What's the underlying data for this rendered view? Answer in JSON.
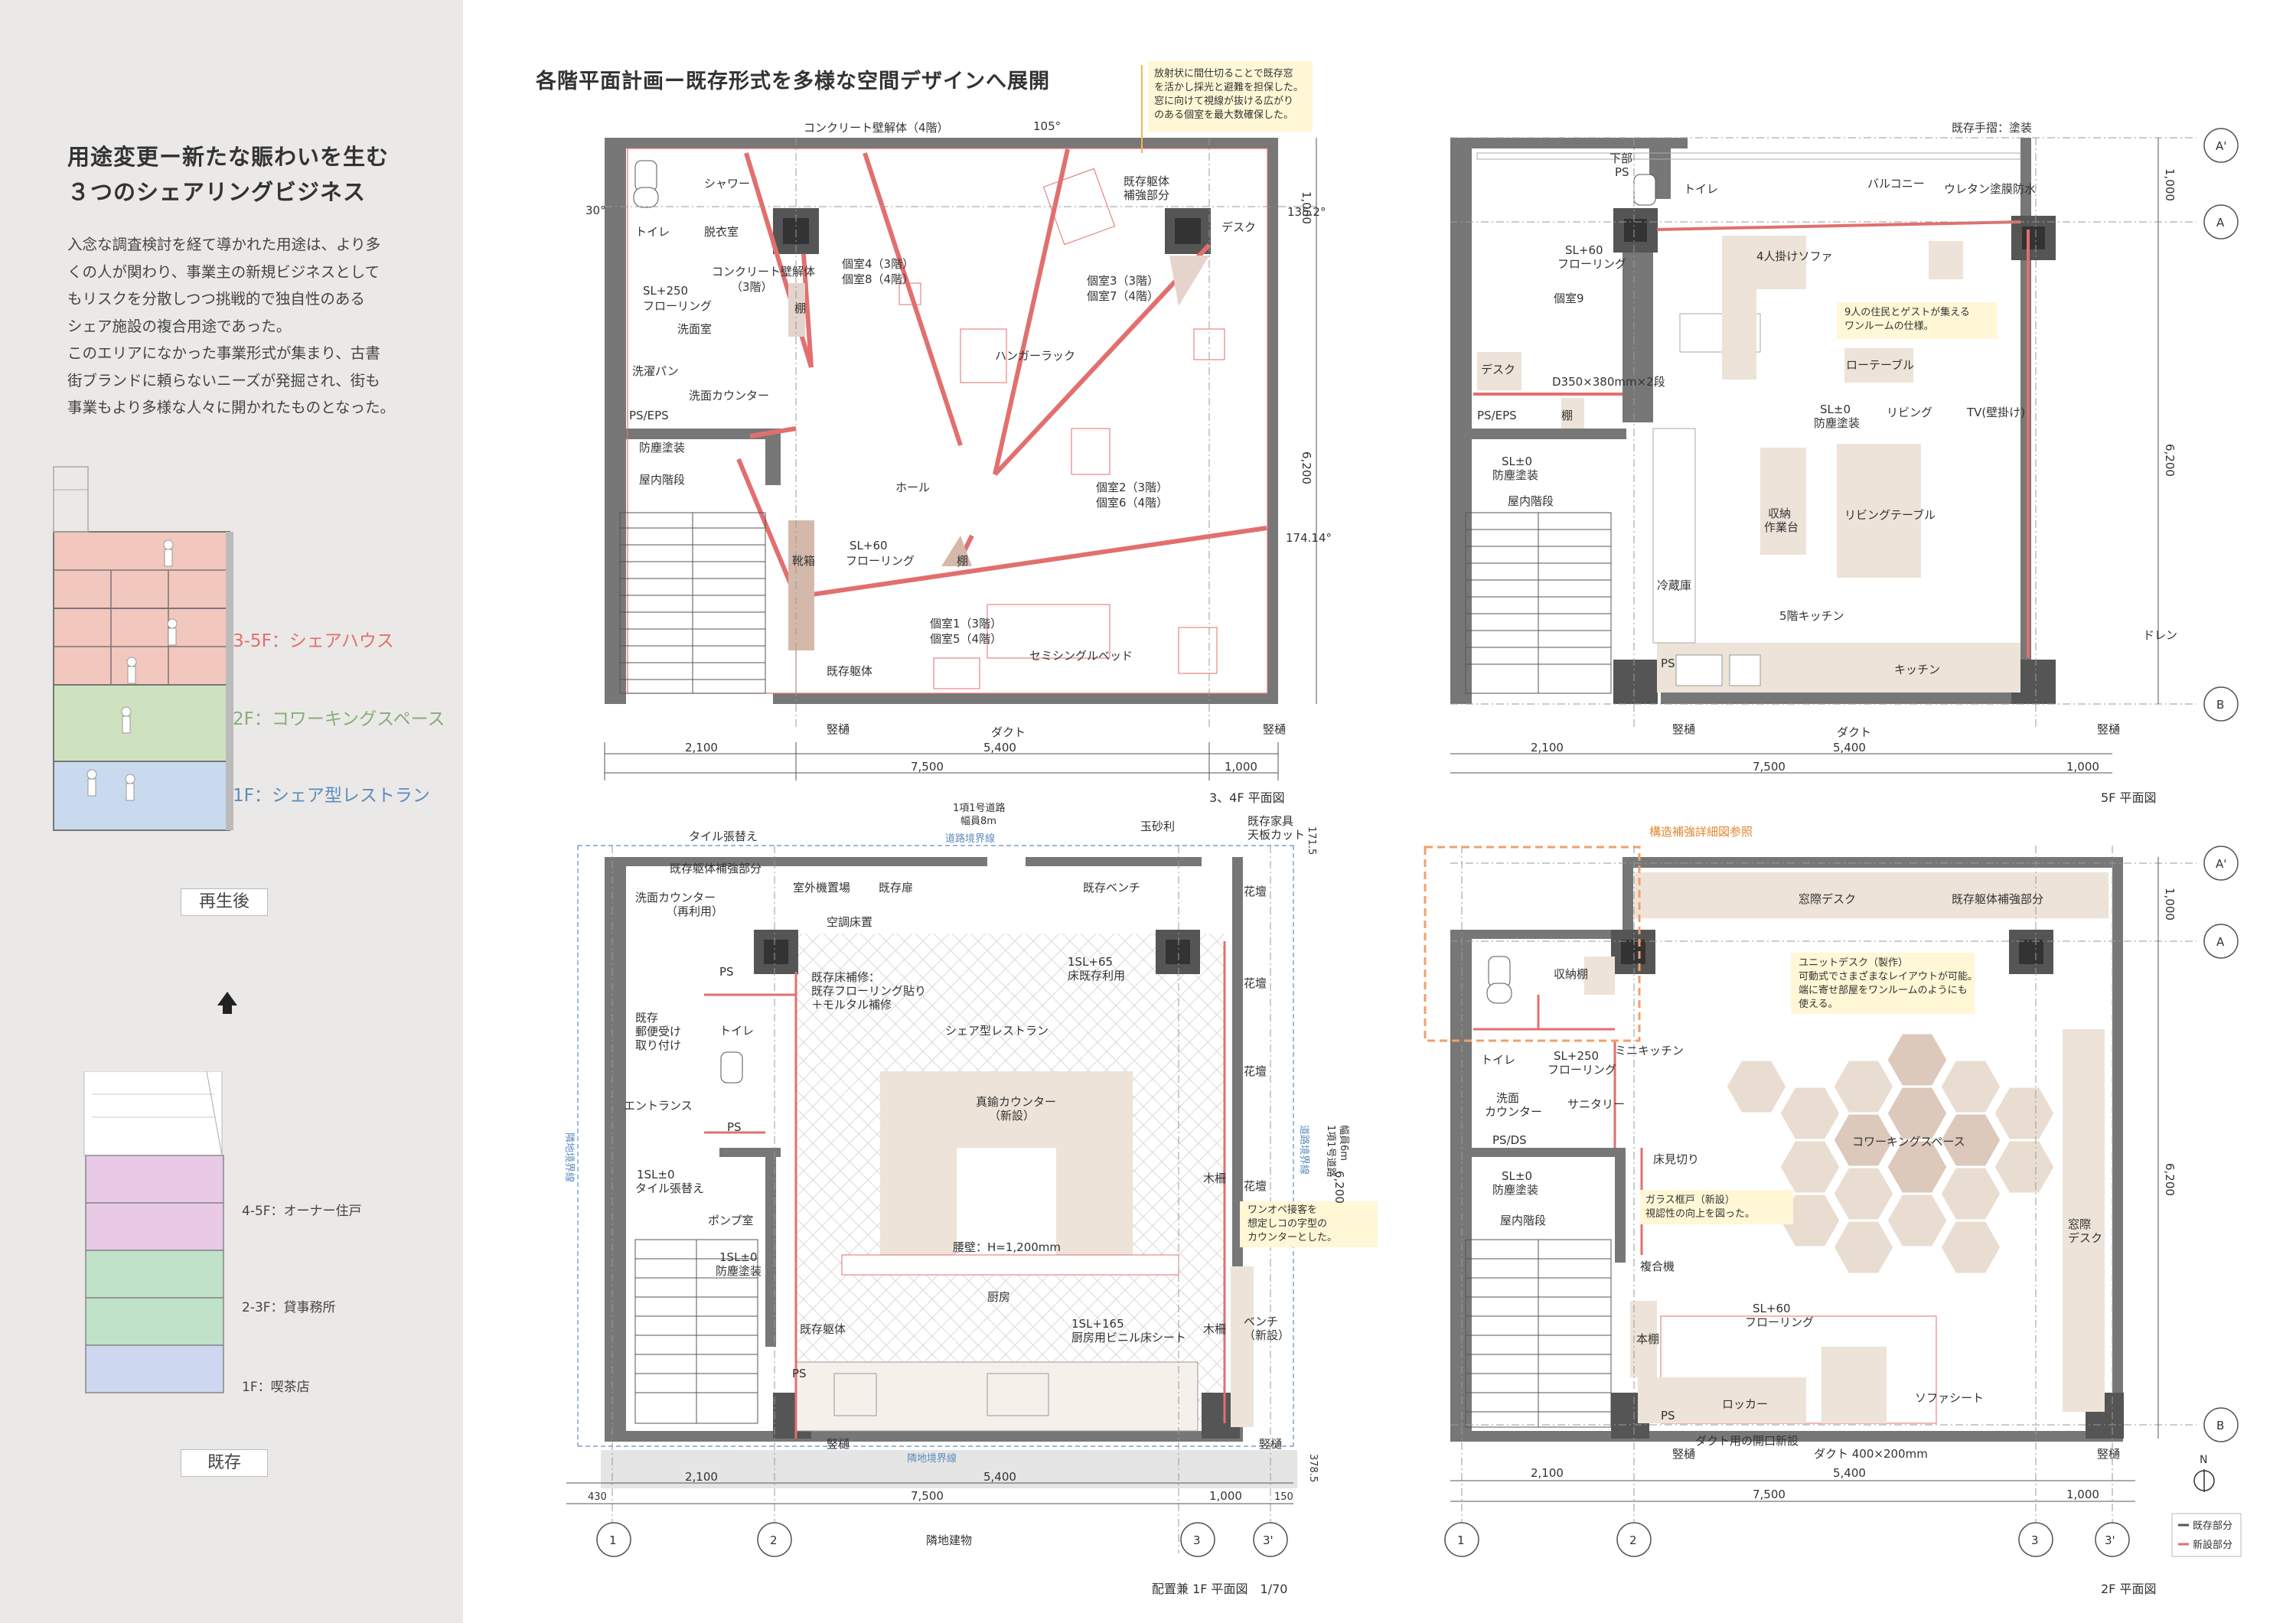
{
  "sidebar": {
    "title_line1": "用途変更ー新たな賑わいを生む",
    "title_line2": "３つのシェアリングビジネス",
    "body_lines": [
      "入念な調査検討を経て導かれた用途は、より多",
      "くの人が関わり、事業主の新規ビジネスとして",
      "もリスクを分散しつつ挑戦的で独自性のある",
      "シェア施設の複合用途であった。",
      "このエリアになかった事業形式が集まり、古書",
      "街ブランドに頼らないニーズが発掘され、街も",
      "事業もより多様な人々に開かれたものとなった。"
    ],
    "after_labels": {
      "floors_3_5": "3-5F：シェアハウス",
      "floor_2": "2F：コワーキングスペース",
      "floor_1": "1F：シェア型レストラン"
    },
    "after_badge": "再生後",
    "before_labels": {
      "floors_4_5": "4-5F：オーナー住戸",
      "floors_2_3": "2-3F：貸事務所",
      "floor_1": "1F：喫茶店"
    },
    "before_badge": "既存",
    "colors": {
      "sharehouse": "#f2c7bd",
      "coworking": "#cfe2bf",
      "restaurant": "#c9d9ee",
      "before_top": "#e8c9e6",
      "before_mid": "#bfe2c9",
      "before_low": "#cdd7ef"
    }
  },
  "main_title": "各階平面計画ー既存形式を多様な空間デザインへ展開",
  "plan_3_4f": {
    "caption": "3、4F 平面図",
    "note_lines": [
      "放射状に間仕切ることで既存窓",
      "を活かし採光と避難を担保した。",
      "窓に向けて視線が抜ける広がり",
      "のある個室を最大数確保した。"
    ],
    "labels": {
      "concrete": "コンクリート壁解体（4階）",
      "angle1": "105°",
      "angle2": "30°",
      "angle3": "135.2°",
      "angle4": "174.14°",
      "shower": "シャワー",
      "toilet": "トイレ",
      "dressing": "脱衣室",
      "concrete2": "コンクリート壁解体",
      "concrete2b": "（3階）",
      "sl": "SL+250",
      "flooring": "フローリング",
      "wash": "洗面室",
      "laundry": "洗濯パン",
      "counter": "洗面カウンター",
      "ps": "PS/EPS",
      "paint": "防塵塗装",
      "stairs": "屋内階段",
      "room48a": "個室4（3階）",
      "room48b": "個室8（4階）",
      "room37a": "個室3（3階）",
      "room37b": "個室7（4階）",
      "existing_reinforce_a": "既存躯体",
      "existing_reinforce_b": "補強部分",
      "desk": "デスク",
      "shelf": "棚",
      "hanger": "ハンガーラック",
      "hall": "ホール",
      "room26a": "個室2（3階）",
      "room26b": "個室6（4階）",
      "room15a": "個室1（3階）",
      "room15b": "個室5（4階）",
      "shoes": "靴箱",
      "sl60": "SL+60",
      "flooring2": "フローリング",
      "bed": "セミシングルベッド",
      "existing": "既存躯体",
      "gutter1": "竪樋",
      "gutter2": "竪樋",
      "duct": "ダクト",
      "dim_2100": "2,100",
      "dim_5400": "5,400",
      "dim_7500": "7,500",
      "dim_1000": "1,000",
      "dim_v1000": "1,000",
      "dim_v6200": "6,200"
    }
  },
  "plan_5f": {
    "caption": "5F 平面図",
    "labels": {
      "railing": "既存手摺：塗装",
      "balcony": "バルコニー",
      "waterproof": "ウレタン塗膜防水",
      "ps_lower_a": "下部",
      "ps_lower_b": "PS",
      "toilet": "トイレ",
      "sl60": "SL+60",
      "flooring": "フローリング",
      "room9": "個室9",
      "sofa": "4人掛けソファ",
      "note1": "9人の住民とゲストが集える",
      "note2": "ワンルームの仕様。",
      "low_table": "ローテーブル",
      "desk": "デスク",
      "d350": "D350×380mm×2段",
      "ps": "PS/EPS",
      "shelf": "棚",
      "sl0": "SL±0",
      "paint": "防塵塗装",
      "living": "リビング",
      "tv": "TV(壁掛け)",
      "sl0b": "SL±0",
      "paint2": "防塵塗装",
      "stairs": "屋内階段",
      "storage": "収納",
      "workbench": "作業台",
      "living_table": "リビングテーブル",
      "fridge": "冷蔵庫",
      "kitchen5": "5階キッチン",
      "ps2": "PS",
      "kitchen": "キッチン",
      "drain": "ドレン",
      "gutter1": "竪樋",
      "gutter2": "竪樋",
      "duct": "ダクト",
      "grid_a1": "A'",
      "grid_a": "A",
      "grid_b": "B",
      "dim_2100": "2,100",
      "dim_5400": "5,400",
      "dim_7500": "7,500",
      "dim_1000": "1,000",
      "dim_v1000": "1,000",
      "dim_v6200": "6,200"
    }
  },
  "plan_1f": {
    "caption": "配置兼 1F 平面図　1/70",
    "labels": {
      "road1": "1項1号道路",
      "road2": "幅員8m",
      "boundary": "道路境界線",
      "tile": "タイル張替え",
      "reinforce": "既存躯体補強部分",
      "gravel": "玉砂利",
      "furniture_a": "既存家具",
      "furniture_b": "天板カット",
      "dim_1715": "171.5",
      "wash_a": "洗面カウンター",
      "wash_b": "（再利用）",
      "outdoor": "室外機置場",
      "door": "既存扉",
      "bench": "既存ベンチ",
      "planter": "花壇",
      "ac_floor": "空調床置",
      "repair1": "既存床補修：",
      "repair2": "既存フローリング貼り",
      "repair3": "＋モルタル補修",
      "sl65": "1SL+65",
      "floor_reuse": "床既存利用",
      "ps": "PS",
      "toilet": "トイレ",
      "restaurant": "シェア型レストラン",
      "mail_a": "既存",
      "mail_b": "郵便受け",
      "mail_c": "取り付け",
      "entrance": "エントランス",
      "counter_a": "真鍮カウンター",
      "counter_b": "（新設）",
      "ps2": "PS",
      "sl0": "1SL±0",
      "tile2": "タイル張替え",
      "pump": "ポンプ室",
      "sl0b": "1SL±0",
      "paint": "防塵塗装",
      "wood": "木柵",
      "note_a": "ワンオペ接客を",
      "note_b": "想定しコの字型の",
      "note_c": "カウンターとした。",
      "waist": "腰壁：H=1,200mm",
      "kitchen": "厨房",
      "existing": "既存躯体",
      "sl165": "1SL+165",
      "vinyl": "厨房用ビニル床シート",
      "wood2": "木柵",
      "bench2_a": "ベンチ",
      "bench2_b": "（新設）",
      "ps3": "PS",
      "gutter1": "竪樋",
      "gutter2": "竪樋",
      "neighbor_line": "隣地境界線",
      "neighbor_bldg": "隣地建物",
      "side_boundary": "隣地境界線",
      "road_side_a": "1項1号道路",
      "road_side_b": "幅員6m",
      "side_road_boundary": "道路境界線",
      "dim_430": "430",
      "dim_150": "150",
      "dim_3785": "378.5",
      "dim_2100": "2,100",
      "dim_5400": "5,400",
      "dim_7500": "7,500",
      "dim_1000": "1,000",
      "dim_v6200": "6,200",
      "grid_1": "1",
      "grid_2": "2",
      "grid_3": "3",
      "grid_3p": "3'"
    }
  },
  "plan_2f": {
    "caption": "2F 平面図",
    "labels": {
      "detail_ref": "構造補強詳細図参照",
      "window_desk": "窓際デスク",
      "reinforce": "既存躯体補強部分",
      "storage": "収納棚",
      "note1": "ユニットデスク（製作）",
      "note2": "可動式でさまざまなレイアウトが可能。",
      "note3": "端に寄せ部屋をワンルームのようにも",
      "note4": "使える。",
      "toilet": "トイレ",
      "sl250": "SL+250",
      "flooring": "フローリング",
      "mini_kitchen": "ミニキッチン",
      "wash_a": "洗面",
      "wash_b": "カウンター",
      "sanitary": "サニタリー",
      "ps": "PS/DS",
      "coworking": "コワーキングスペース",
      "sl0": "SL±0",
      "paint": "防塵塗装",
      "stairs": "屋内階段",
      "floor_cut": "床見切り",
      "glass_a": "ガラス框戸（新設）",
      "glass_b": "視認性の向上を図った。",
      "copier": "複合機",
      "window_desk2_a": "窓際",
      "window_desk2_b": "デスク",
      "sl60": "SL+60",
      "flooring2": "フローリング",
      "bookshelf": "本棚",
      "locker": "ロッカー",
      "sofa": "ソファシート",
      "ps2": "PS",
      "duct_open": "ダクト用の開口新設",
      "duct": "ダクト 400×200mm",
      "gutter1": "竪樋",
      "gutter2": "竪樋",
      "grid_a1": "A'",
      "grid_a": "A",
      "grid_b": "B",
      "grid_1": "1",
      "grid_2": "2",
      "grid_3": "3",
      "grid_3p": "3'",
      "dim_2100": "2,100",
      "dim_5400": "5,400",
      "dim_7500": "7,500",
      "dim_1000": "1,000",
      "dim_v1000": "1,000",
      "dim_v6200": "6,200",
      "north": "N",
      "legend_existing": "既存部分",
      "legend_new": "新設部分"
    }
  }
}
